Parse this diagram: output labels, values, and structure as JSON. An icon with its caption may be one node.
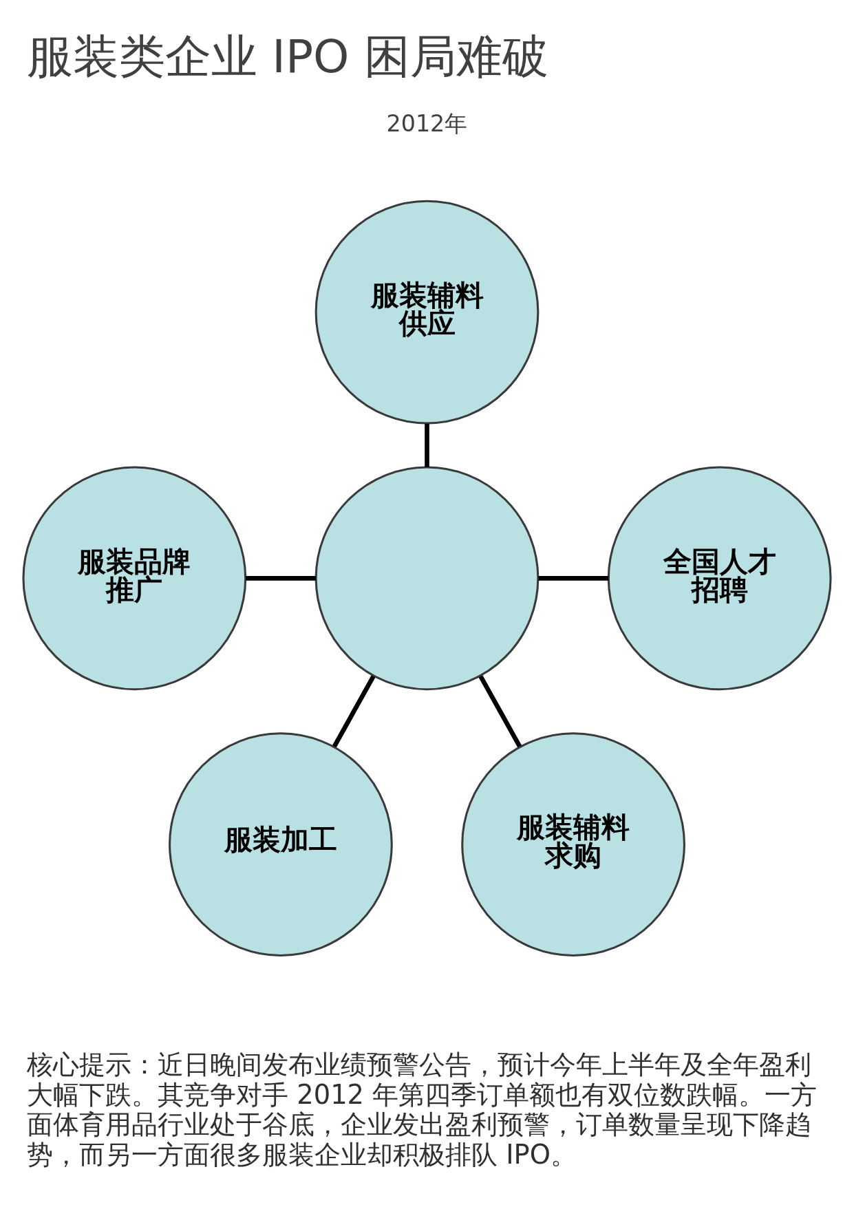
{
  "diagram": {
    "title": "服装类企业 IPO 困局难破",
    "caption": "核心提示：近日晚间发布业绩预警公告，预计今年上半年及全年盈利大幅下跌。其竞争对手 2012 年第四季订单额也有双位数跌幅。一方面体育用品行业处于谷底，企业发出盈利预警，订单数量呈现下降趋势，而另一方面很多服装企业却积极排队 IPO。",
    "nodes": [
      {
        "text": [
          "服装辅料供应"
        ]
      },
      {
        "text": [
          "服装品牌推广"
        ]
      },
      {
        "text": [],
        "shape": "circle"
      },
      {
        "text": [
          "全国人才招聘"
        ]
      },
      {
        "text": [
          "服装加工"
        ]
      },
      {
        "text": [
          "服装辅料求购"
        ]
      }
    ],
    "edges": [
      {
        "from": 0,
        "to": 2,
        "arrow": "none"
      },
      {
        "from": 1,
        "to": 2,
        "arrow": "none"
      },
      {
        "from": 2,
        "to": 3,
        "arrow": "none"
      },
      {
        "from": 2,
        "to": 4,
        "arrow": "none"
      },
      {
        "from": 2,
        "to": 5,
        "arrow": "none"
      }
    ],
    "labels": [
      "2012年"
    ]
  }
}
